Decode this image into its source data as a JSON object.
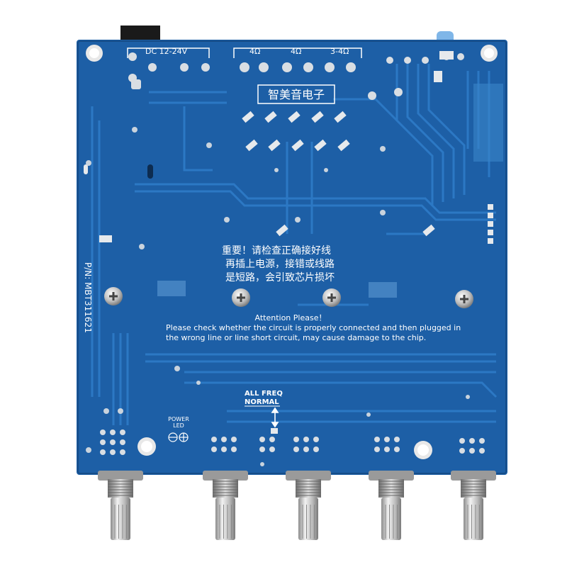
{
  "board": {
    "power_label": "DC 12-24V",
    "speaker_labels": [
      "4Ω",
      "4Ω",
      "3-4Ω"
    ],
    "brand": "智美音电子",
    "part_number": "P/N: MBT311621",
    "warning_cn": [
      "重要！请检查正确接好线",
      "再插上电源，接错或线路",
      "是短路，会引致芯片损坏"
    ],
    "attention_title": "Attention Please！",
    "attention_lines": [
      "Please check whether the circuit is properly connected and then plugged in",
      "the wrong line or line short circuit, may cause damage to the chip."
    ],
    "mode_label": [
      "ALL FREQ",
      "NORMAL"
    ],
    "power_led_label": [
      "POWER",
      "LED"
    ]
  },
  "colors": {
    "pcb": "#1d5fa6",
    "pcb_dark": "#174f8c",
    "trace": "#2b73bd",
    "pad": "#d9dee3",
    "silkscreen": "#ffffff",
    "metal": "#c8c8c8"
  },
  "icons": {
    "mount_hole": "mount-hole-icon",
    "screw": "phillips-screw-icon",
    "arrow": "up-down-arrow-icon"
  }
}
